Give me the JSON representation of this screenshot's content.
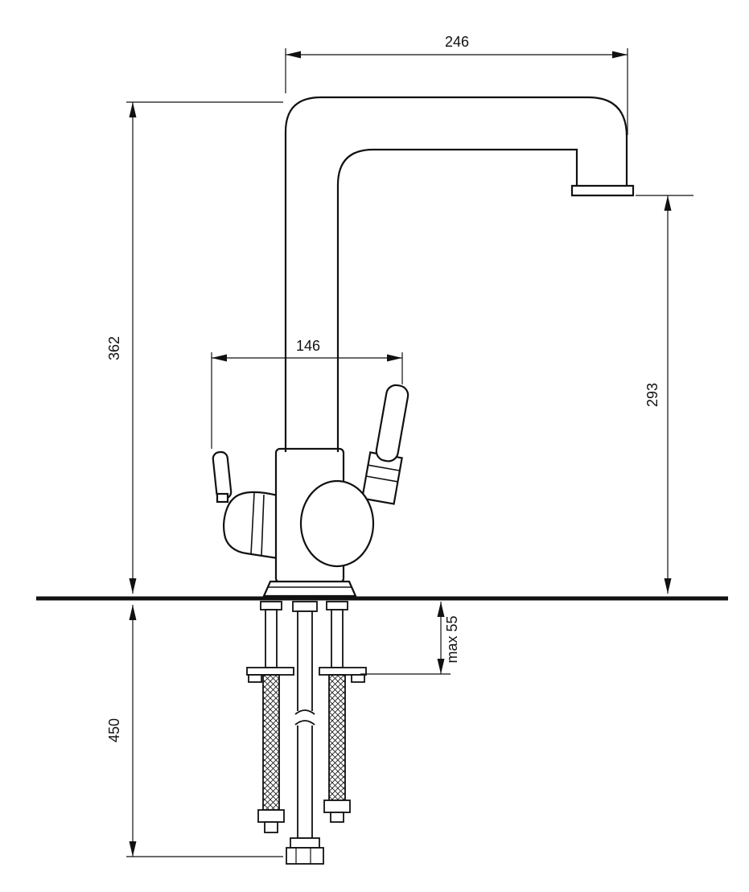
{
  "colors": {
    "line": "#111111",
    "background": "#ffffff"
  },
  "dimension_labels": {
    "spout_reach": "246",
    "height_above_counter": "362",
    "handles_width": "146",
    "spout_outlet_height": "293",
    "hose_drop_length": "450",
    "max_counter_thickness": "max 55"
  }
}
